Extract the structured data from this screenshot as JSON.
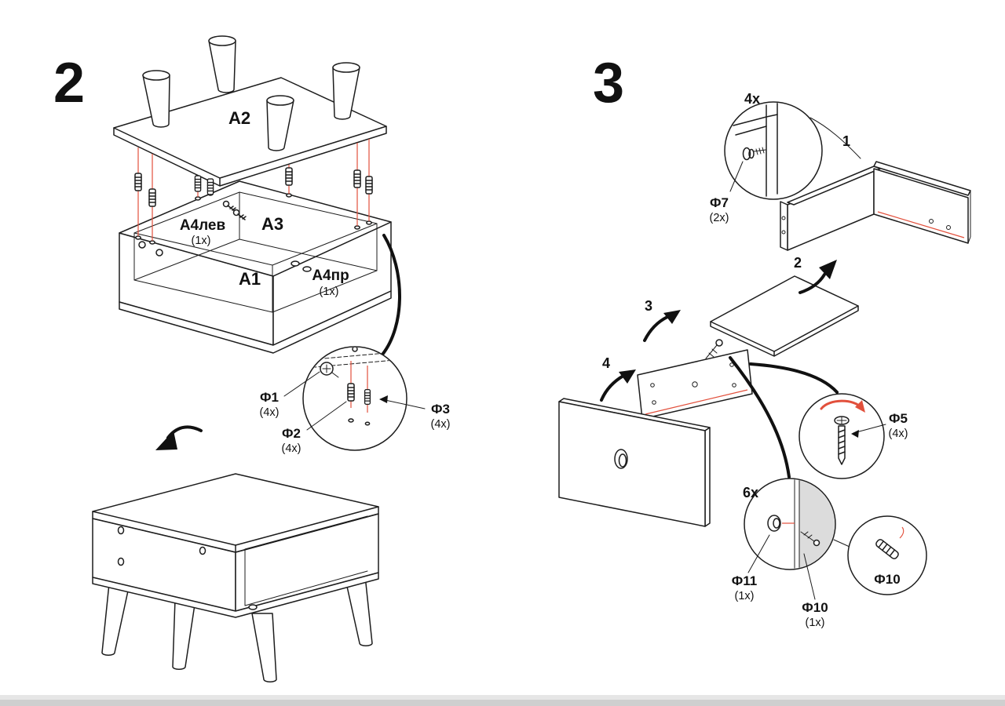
{
  "colors": {
    "line": "#1d1d1d",
    "accent_red": "#e2503c",
    "panel_gray": "#dcdcdc"
  },
  "step2": {
    "number": "2",
    "labels": {
      "a2": "A2",
      "a4lev": "A4лев",
      "a4lev_qty": "(1x)",
      "a3": "A3",
      "a1": "A1",
      "a4pr": "A4пр",
      "a4pr_qty": "(1x)"
    },
    "hardware": {
      "f1": "Ф1",
      "f1_qty": "(4x)",
      "f2": "Ф2",
      "f2_qty": "(4x)",
      "f3": "Ф3",
      "f3_qty": "(4x)"
    }
  },
  "step3": {
    "number": "3",
    "callouts": {
      "corner_qty": "4x",
      "cam_qty": "6x"
    },
    "part_numbers": {
      "p1": "1",
      "p2": "2",
      "p3": "3",
      "p4": "4"
    },
    "hardware": {
      "f7": "Ф7",
      "f7_qty": "(2x)",
      "f5": "Ф5",
      "f5_qty": "(4x)",
      "f11": "Ф11",
      "f11_qty": "(1x)",
      "f10": "Ф10",
      "f10_qty": "(1x)",
      "f10_inset": "Ф10"
    }
  }
}
